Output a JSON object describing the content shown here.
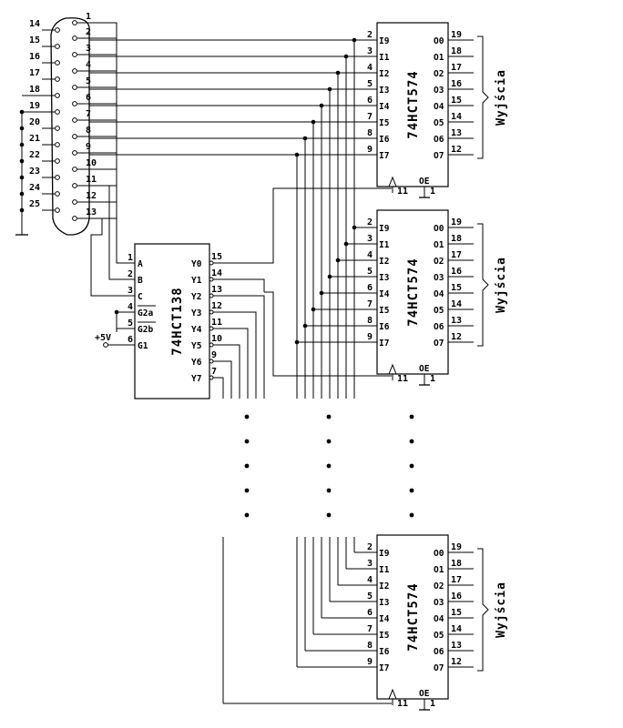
{
  "connector": {
    "left_pins": [
      "14",
      "15",
      "16",
      "17",
      "18",
      "19",
      "20",
      "21",
      "22",
      "23",
      "24",
      "25"
    ],
    "right_pins": [
      "1",
      "2",
      "3",
      "4",
      "5",
      "6",
      "7",
      "8",
      "9",
      "10",
      "11",
      "12",
      "13"
    ]
  },
  "decoder": {
    "name": "74HCT138",
    "input_pin_numbers": [
      "1",
      "2",
      "3",
      "4",
      "5",
      "6"
    ],
    "input_pin_labels": [
      "A",
      "B",
      "C",
      "G2a",
      "G2b",
      "G1"
    ],
    "output_pin_numbers": [
      "15",
      "14",
      "13",
      "12",
      "11",
      "10",
      "9",
      "7"
    ],
    "output_pin_labels": [
      "Y0",
      "Y1",
      "Y2",
      "Y3",
      "Y4",
      "Y5",
      "Y6",
      "Y7"
    ],
    "supply_label": "+5V"
  },
  "latch": {
    "name": "74HCT574",
    "input_pin_numbers": [
      "2",
      "3",
      "4",
      "5",
      "6",
      "7",
      "8",
      "9"
    ],
    "input_pin_labels": [
      "I9",
      "I1",
      "I2",
      "I3",
      "I4",
      "I5",
      "I6",
      "I7"
    ],
    "output_pin_labels": [
      "O0",
      "O1",
      "O2",
      "O3",
      "O4",
      "O5",
      "O6",
      "O7"
    ],
    "output_pin_numbers": [
      "19",
      "18",
      "17",
      "16",
      "15",
      "14",
      "13",
      "12"
    ],
    "clock_pin": "11",
    "oe_label": "OE",
    "oe_pin": "1",
    "outputs_label": "Wyjścia"
  }
}
